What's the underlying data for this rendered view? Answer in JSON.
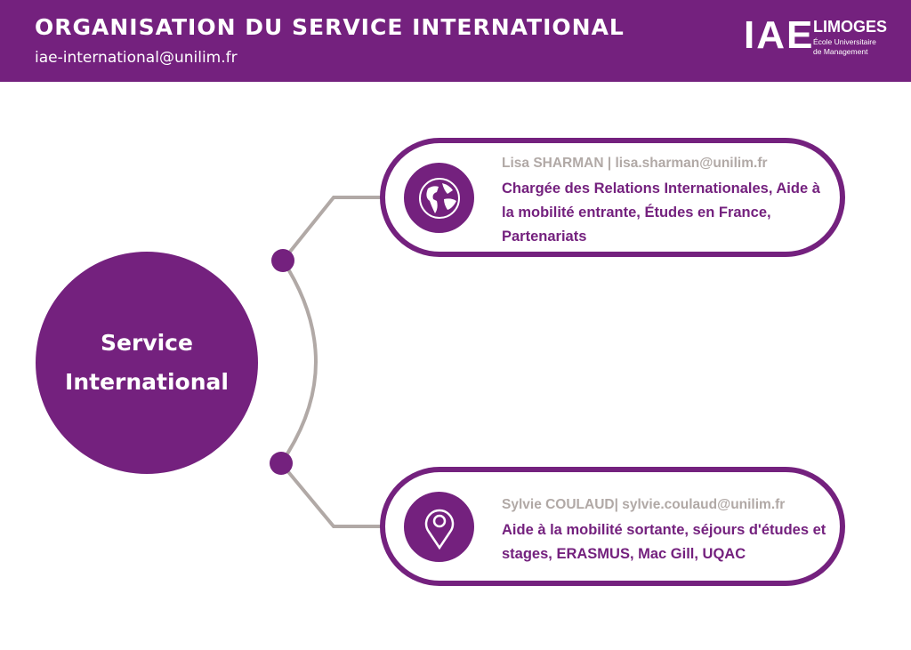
{
  "header": {
    "title": "ORGANISATION DU SERVICE INTERNATIONAL",
    "email": "iae-international@unilim.fr"
  },
  "logo": {
    "mark": "IAE",
    "name": "LIMOGES",
    "line1": "École Universitaire",
    "line2": "de Management"
  },
  "center": {
    "line1": "Service",
    "line2": "International"
  },
  "contacts": [
    {
      "name": "Lisa SHARMAN | lisa.sharman@unilim.fr",
      "description": "Chargée des Relations Internationales, Aide à la mobilité entrante, Études en France, Partenariats",
      "icon": "globe-icon"
    },
    {
      "name": "Sylvie COULAUD| sylvie.coulaud@unilim.fr",
      "description": "Aide à la mobilité sortante, séjours d'études et stages, ERASMUS, Mac Gill, UQAC",
      "icon": "map-pin-icon"
    }
  ],
  "colors": {
    "brand": "#74217e",
    "line": "#b1a9a6"
  }
}
